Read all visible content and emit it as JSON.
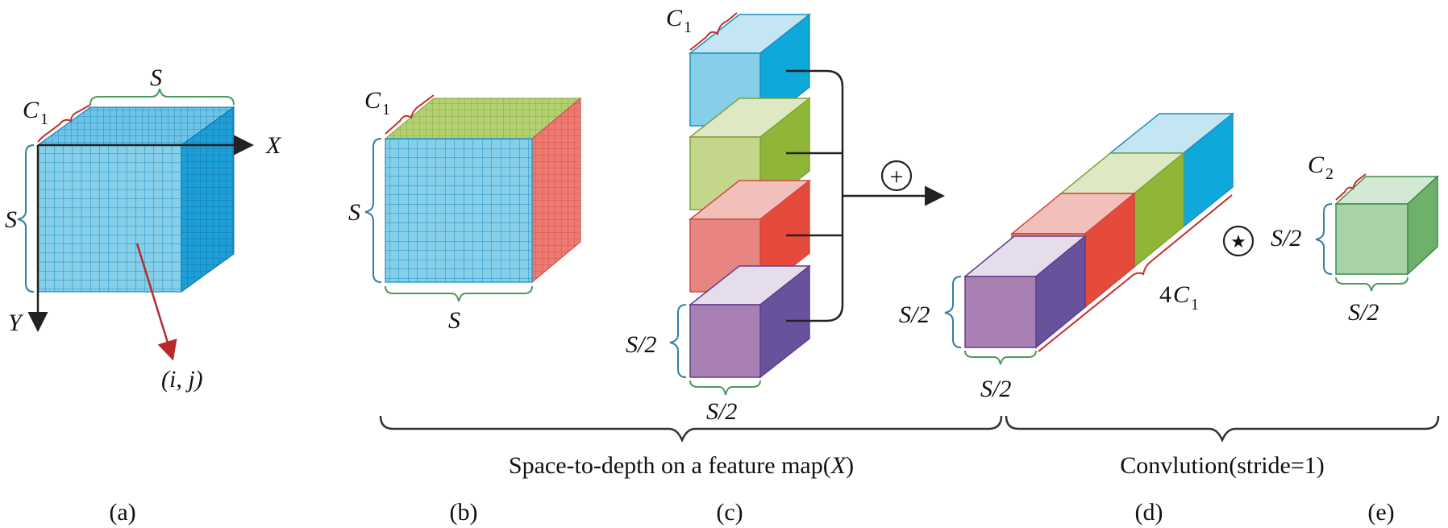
{
  "labels": {
    "s": "S",
    "c1": "C",
    "c1_sub": "1",
    "c2": "C",
    "c2_sub": "2",
    "x": "X",
    "y": "Y",
    "ij": "(i, j)",
    "s2": "S/2",
    "four": "4",
    "plus": "+",
    "star": "★"
  },
  "captions": {
    "space_to_depth": "Space-to-depth on a feature map(",
    "space_to_depth_x": "X",
    "space_to_depth_close": ")",
    "convolution": "Convlution(stride=1)",
    "a": "(a)",
    "b": "(b)",
    "c": "(c)",
    "d": "(d)",
    "e": "(e)"
  },
  "colors": {
    "blue": "#86cfe9",
    "green": "#c3d68a",
    "red": "#e98580",
    "purple": "#a880b4",
    "mint": "#a8d2a8"
  }
}
